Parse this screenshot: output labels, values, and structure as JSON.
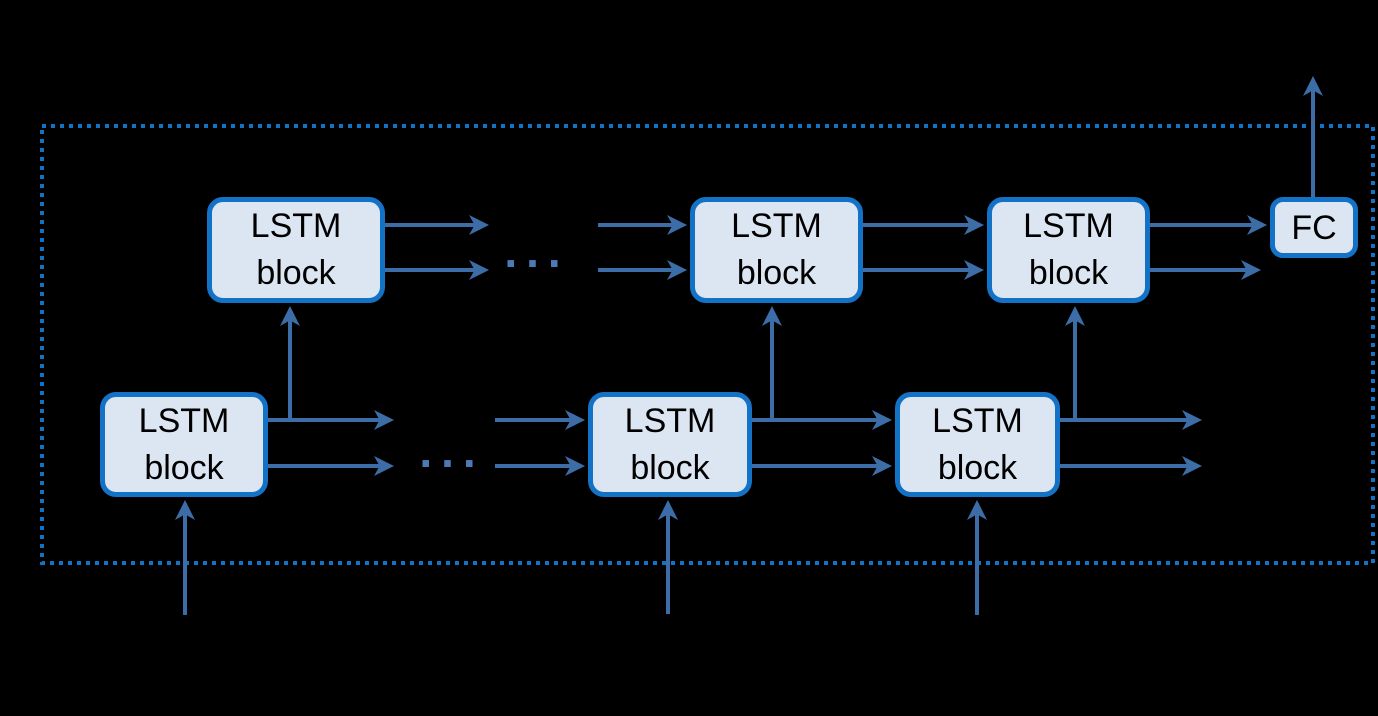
{
  "colors": {
    "background": "#000000",
    "block_fill": "#dce6f2",
    "block_border": "#1472c6",
    "arrow": "#3c6da7",
    "dotted_border": "#1173c8",
    "ellipsis": "#4d7ab6",
    "label_text": "#000000"
  },
  "blocks": {
    "top_row": [
      {
        "label": "LSTM\nblock"
      },
      {
        "label": "LSTM\nblock"
      },
      {
        "label": "LSTM\nblock"
      }
    ],
    "bottom_row": [
      {
        "label": "LSTM\nblock"
      },
      {
        "label": "LSTM\nblock"
      },
      {
        "label": "LSTM\nblock"
      }
    ],
    "fc": {
      "label": "FC"
    }
  },
  "ellipsis": {
    "top": "...",
    "bottom": "..."
  }
}
